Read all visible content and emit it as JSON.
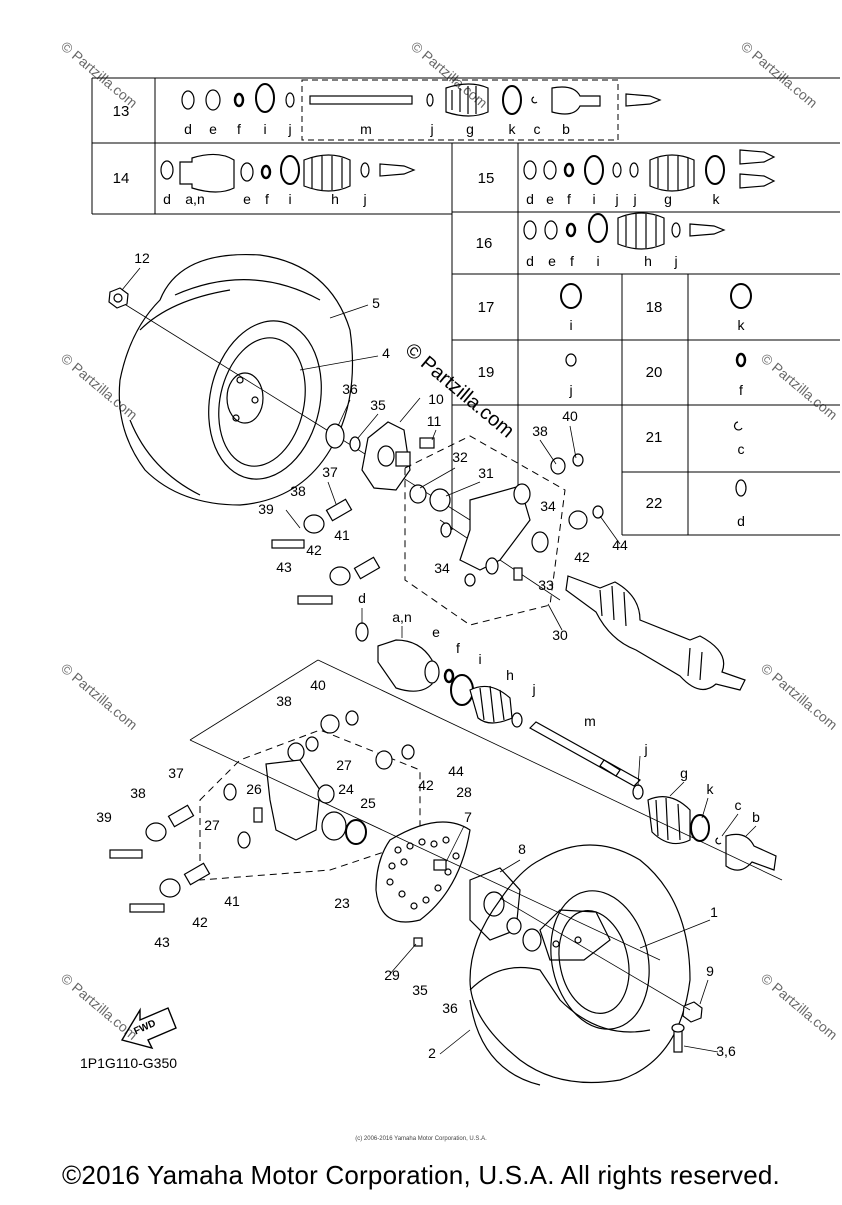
{
  "diagram": {
    "code": "1P1G110-G350",
    "fwd_label": "FWD",
    "watermark": "© Partzilla.com",
    "copyright": "©2016 Yamaha Motor Corporation, U.S.A. All rights reserved.",
    "fine_print": "(c) 2006-2016 Yamaha Motor Corporation, U.S.A."
  },
  "kit_table": {
    "rows": [
      {
        "num": "13",
        "letters": [
          "d",
          "e",
          "f",
          "i",
          "j",
          "m",
          "j",
          "g",
          "k",
          "c",
          "b"
        ]
      },
      {
        "num": "14",
        "letters": [
          "d",
          "a,n",
          "e",
          "f",
          "i",
          "h",
          "j"
        ]
      },
      {
        "num": "15",
        "letters": [
          "d",
          "e",
          "f",
          "i",
          "j",
          "j",
          "g",
          "k"
        ]
      },
      {
        "num": "16",
        "letters": [
          "d",
          "e",
          "f",
          "i",
          "h",
          "j"
        ]
      },
      {
        "num": "17",
        "letters": [
          "i"
        ]
      },
      {
        "num": "18",
        "letters": [
          "k"
        ]
      },
      {
        "num": "19",
        "letters": [
          "j"
        ]
      },
      {
        "num": "20",
        "letters": [
          "f"
        ]
      },
      {
        "num": "21",
        "letters": [
          "c"
        ]
      },
      {
        "num": "22",
        "letters": [
          "d"
        ]
      }
    ]
  },
  "callouts": [
    "12",
    "5",
    "4",
    "36",
    "35",
    "10",
    "11",
    "32",
    "31",
    "38",
    "40",
    "34",
    "39",
    "38",
    "37",
    "42",
    "41",
    "43",
    "34",
    "33",
    "42",
    "44",
    "30",
    "d",
    "a,n",
    "e",
    "f",
    "i",
    "h",
    "j",
    "m",
    "40",
    "38",
    "27",
    "44",
    "42",
    "26",
    "24",
    "25",
    "28",
    "7",
    "37",
    "38",
    "39",
    "27",
    "8",
    "23",
    "41",
    "42",
    "43",
    "j",
    "g",
    "k",
    "c",
    "b",
    "1",
    "9",
    "29",
    "35",
    "36",
    "2",
    "3,6"
  ]
}
